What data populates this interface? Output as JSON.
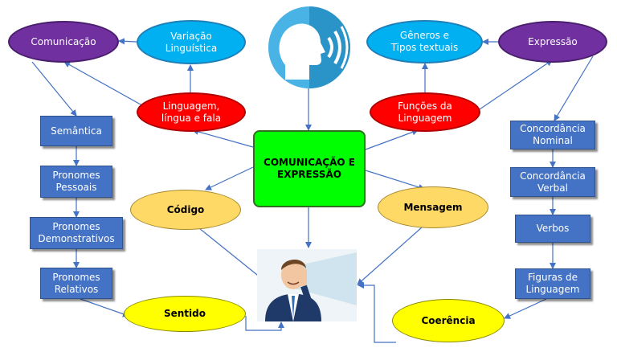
{
  "nodes": {
    "comunicacao": "Comunicação",
    "variacao": [
      "Variação",
      "Linguística"
    ],
    "linguagem": [
      "Linguagem,",
      "língua e fala"
    ],
    "generos": [
      "Gêneros e",
      "Tipos textuais"
    ],
    "expressao": "Expressão",
    "funcoes": [
      "Funções da",
      "Linguagem"
    ],
    "centro": [
      "COMUNICAÇÃO E",
      "EXPRESSÃO"
    ],
    "codigo": "Código",
    "mensagem": "Mensagem",
    "sentido": "Sentido",
    "coerencia": "Coerência",
    "semantica": "Semântica",
    "pronomes_pessoais": [
      "Pronomes",
      "Pessoais"
    ],
    "pronomes_demonstrativos": [
      "Pronomes",
      "Demonstrativos"
    ],
    "pronomes_relativos": [
      "Pronomes",
      "Relativos"
    ],
    "concordancia_nominal": [
      "Concordância",
      "Nominal"
    ],
    "concordancia_verbal": [
      "Concordância",
      "Verbal"
    ],
    "verbos": "Verbos",
    "figuras": [
      "Figuras de",
      "Linguagem"
    ]
  },
  "icons": {
    "speaker": "speaking-head-icon",
    "listener": "listening-man-picture"
  },
  "colors": {
    "purple": "#7030a0",
    "light_blue": "#00b0f0",
    "red": "#ff0000",
    "green": "#00ff00",
    "orange": "#ffd966",
    "yellow": "#ffff00",
    "box_blue": "#4472c4",
    "connector": "#4472c4"
  }
}
